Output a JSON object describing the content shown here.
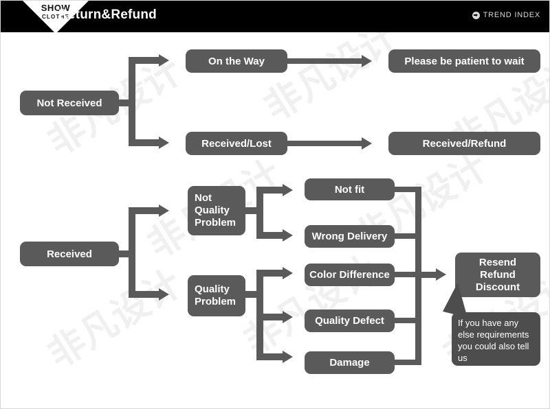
{
  "header": {
    "logo_main": "SHOW",
    "logo_sub": "CLOTHE",
    "title": "Return&Refund",
    "brand_right": "TREND INDEX",
    "brand_icon": "circle-arrow-icon",
    "bg_color": "#000000",
    "text_color": "#ffffff"
  },
  "theme": {
    "node_fill": "#5a5a5a",
    "node_text": "#ffffff",
    "callout_fill": "#4d4d4d",
    "connector": "#5a5a5a",
    "page_bg": "#ffffff",
    "watermark": "#f0f0f0"
  },
  "watermark": {
    "text": "非凡设计"
  },
  "flow": {
    "top": {
      "root": "Not Received",
      "branches": [
        {
          "stage": "On the Way",
          "outcome": "Please be patient to wait"
        },
        {
          "stage": "Received/Lost",
          "outcome": "Received/Refund"
        }
      ]
    },
    "bottom": {
      "root": "Received",
      "categories": [
        {
          "label": "Not\nQuality\nProblem",
          "line1": "Not",
          "line2": "Quality",
          "line3": "Problem"
        },
        {
          "label": "Quality\nProblem",
          "line1": "Quality",
          "line2": "Problem",
          "line3": ""
        }
      ],
      "reasons": [
        "Not fit",
        "Wrong Delivery",
        "Color Difference",
        "Quality Defect",
        "Damage"
      ],
      "resolution": {
        "line1": "Resend",
        "line2": "Refund",
        "line3": "Discount"
      },
      "callout": "If you have any else requirements you could also tell us"
    }
  }
}
